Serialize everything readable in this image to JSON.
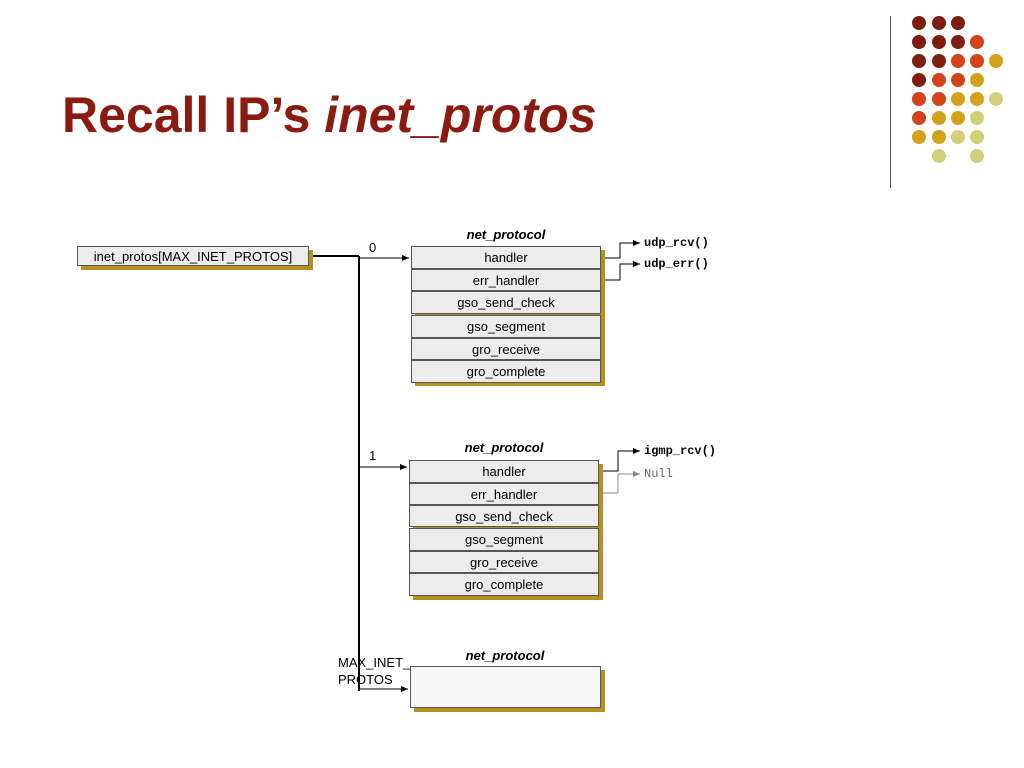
{
  "slide": {
    "title_plain": "Recall IP’s",
    "title_italic": "inet_protos"
  },
  "array": {
    "label": "inet_protos[MAX_INET_PROTOS]",
    "indices": [
      "0",
      "1",
      "MAX_INET_\nPROTOS"
    ]
  },
  "structs": [
    {
      "title": "net_protocol",
      "fields": [
        "handler",
        "err_handler",
        "gso_send_check",
        "gso_segment",
        "gro_receive",
        "gro_complete"
      ],
      "targets": [
        {
          "text": "udp_rcv()",
          "style": "bold"
        },
        {
          "text": "udp_err()",
          "style": "bold"
        }
      ]
    },
    {
      "title": "net_protocol",
      "fields": [
        "handler",
        "err_handler",
        "gso_send_check",
        "gso_segment",
        "gro_receive",
        "gro_complete"
      ],
      "targets": [
        {
          "text": "igmp_rcv()",
          "style": "bold"
        },
        {
          "text": "Null",
          "style": "plain"
        }
      ]
    },
    {
      "title": "net_protocol",
      "fields": [],
      "targets": []
    }
  ],
  "colors": {
    "title": "#8b1a10",
    "shadow": "#b8901e",
    "cell_bg": "#ececec",
    "dot_dark_red": "#7f1d10",
    "dot_orange_red": "#d4421b",
    "dot_gold": "#d3a21a",
    "dot_khaki": "#d2cf7a"
  }
}
